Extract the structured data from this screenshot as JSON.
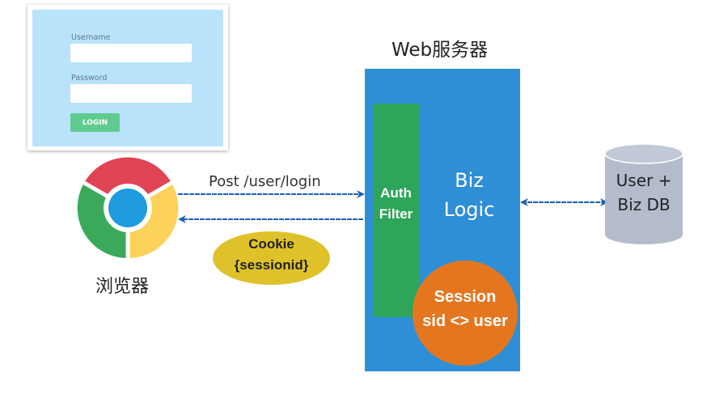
{
  "login_form": {
    "username_label": "Username",
    "username_value": "",
    "password_label": "Password",
    "password_value": "",
    "login_button": "LOGIN",
    "colors": {
      "panel": "#b9e3fa",
      "button": "#5fcb8f"
    }
  },
  "browser": {
    "icon": "chrome-icon",
    "label": "浏览器"
  },
  "requests": {
    "post_label": "Post /user/login",
    "response_label_line1": "Cookie",
    "response_label_line2": "{sessionid}"
  },
  "server": {
    "title": "Web服务器",
    "auth_filter_line1": "Auth",
    "auth_filter_line2": "Filter",
    "biz_logic_line1": "Biz",
    "biz_logic_line2": "Logic",
    "session_line1": "Session",
    "session_line2": "sid <> user",
    "colors": {
      "server": "#2f8fd6",
      "auth": "#2ea55a",
      "session": "#e4761f"
    }
  },
  "database": {
    "line1": "User +",
    "line2": "Biz DB",
    "color": "#b4bccb"
  },
  "arrow_color": "#1f5fb0",
  "cookie_color": "#dfc22a"
}
